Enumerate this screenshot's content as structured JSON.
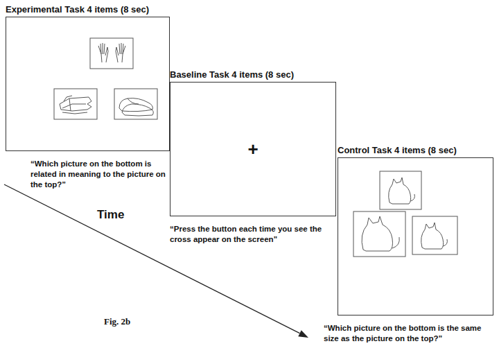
{
  "diagram": {
    "nodes": [
      {
        "text": [
          "Experimental Task 4 items (8 sec)",
          "“Which picture on the bottom is related in meaning to the picture on the top?”"
        ]
      },
      {
        "text": [
          "Baseline Task 4 items (8 sec)",
          "+",
          "“Press the button each time you see the cross appear on the screen”"
        ]
      },
      {
        "text": [
          "Control Task 4 items (8 sec)",
          "“Which picture on the bottom is the same size as the picture on the top?”"
        ]
      }
    ],
    "labels": [
      "Time",
      "Fig. 2b"
    ]
  }
}
